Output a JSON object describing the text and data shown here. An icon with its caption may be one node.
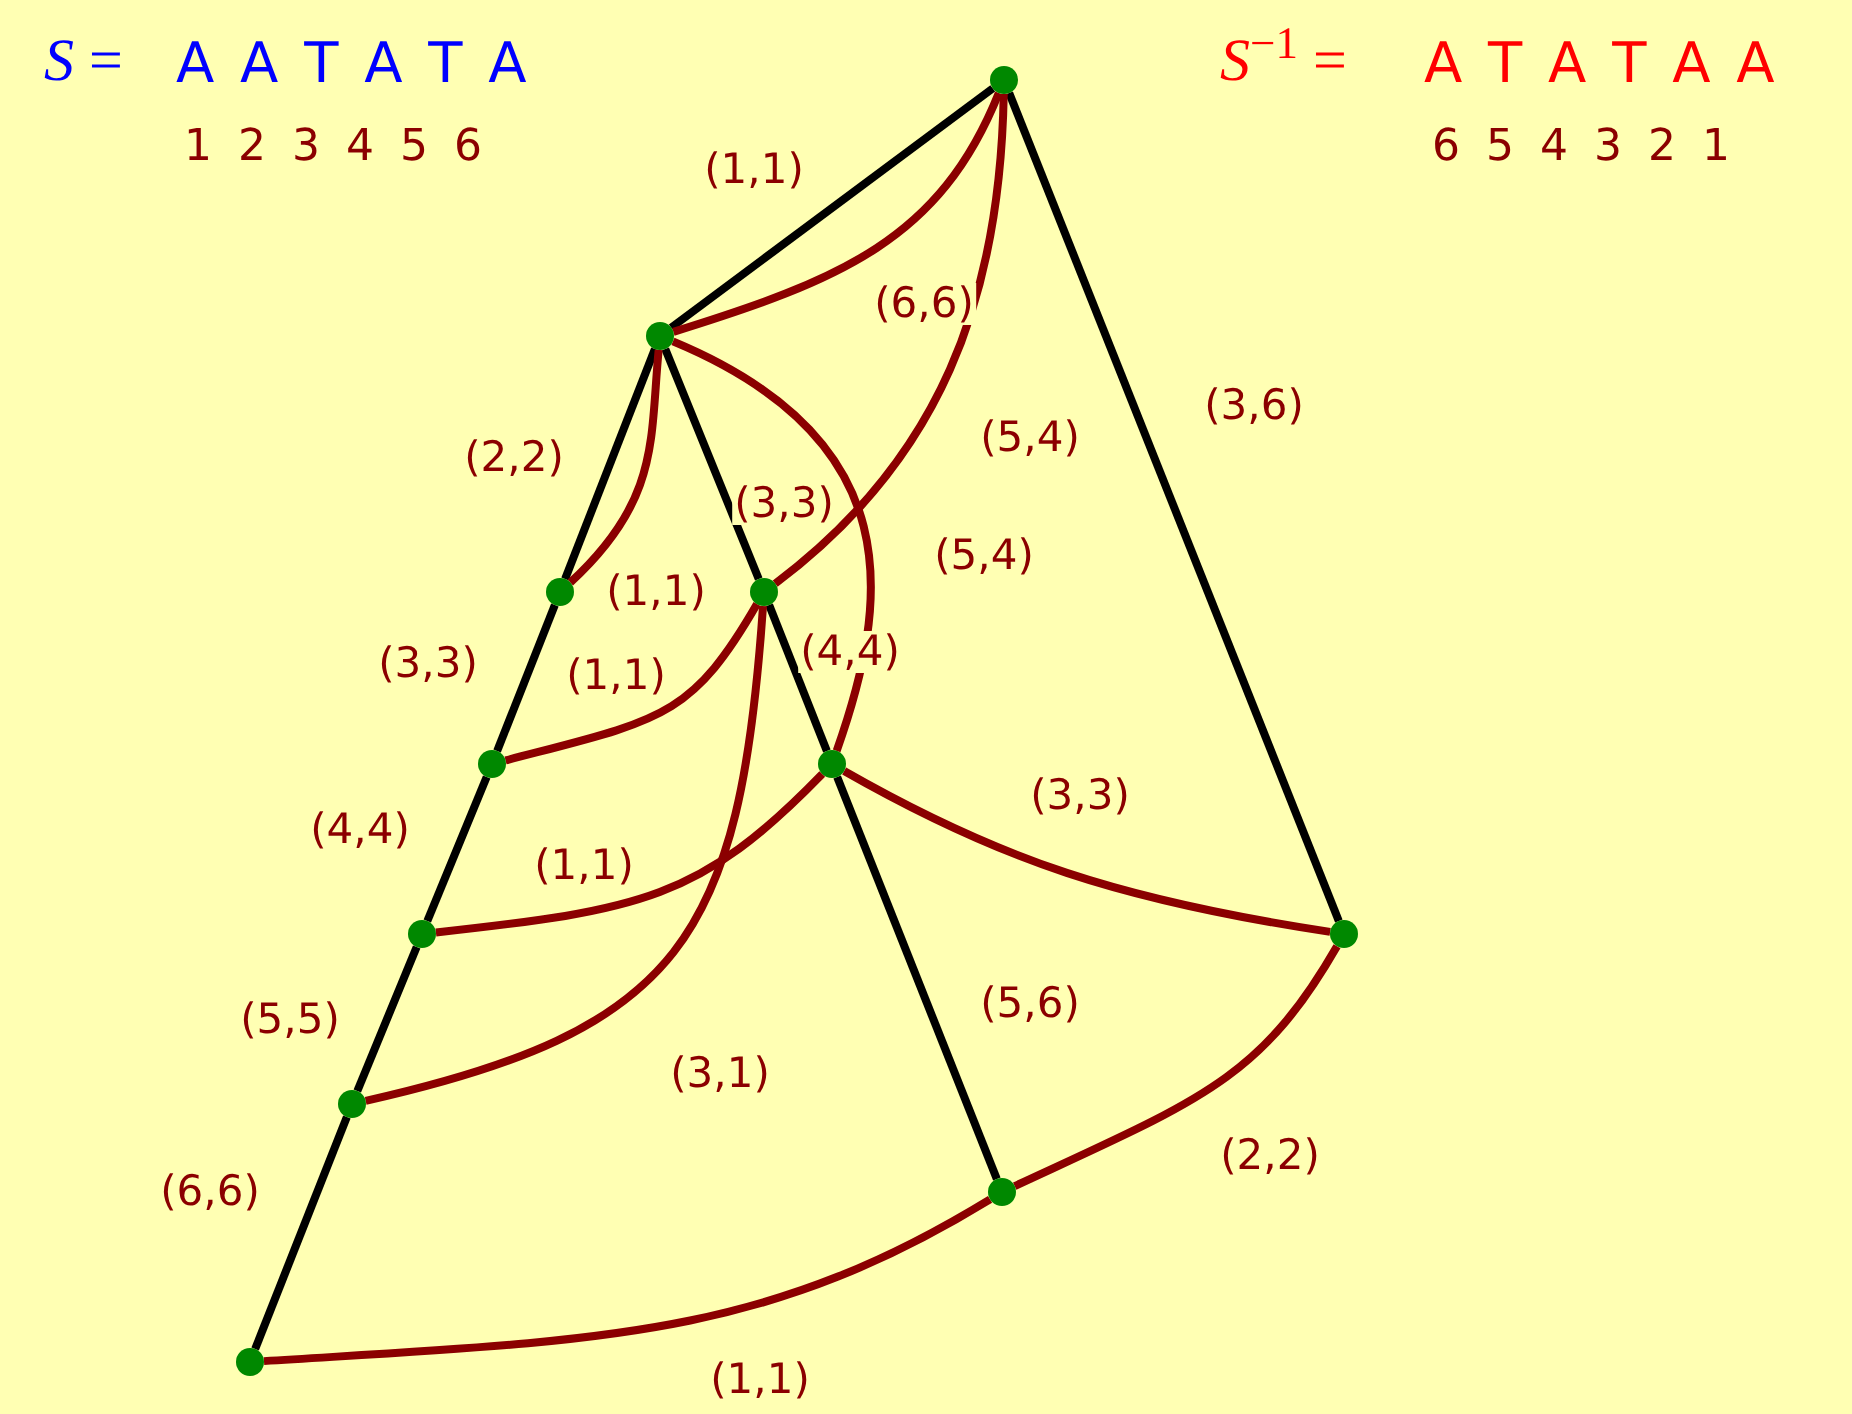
{
  "diagram": {
    "nodes": [
      {
        "text": [],
        "shape": "circle"
      },
      {
        "text": [],
        "shape": "circle"
      },
      {
        "text": [],
        "shape": "circle"
      },
      {
        "text": [],
        "shape": "circle"
      },
      {
        "text": [],
        "shape": "circle"
      },
      {
        "text": [],
        "shape": "circle"
      },
      {
        "text": [],
        "shape": "circle"
      },
      {
        "text": [],
        "shape": "circle"
      },
      {
        "text": [],
        "shape": "circle"
      },
      {
        "text": [],
        "shape": "circle"
      },
      {
        "text": [],
        "shape": "circle"
      }
    ],
    "edges": [
      {
        "from": 0,
        "to": 1,
        "arrow": "none",
        "label": "(1,1)",
        "color": "#000000"
      },
      {
        "from": 0,
        "to": 6,
        "arrow": "none",
        "label": "(3,6)",
        "color": "#000000"
      },
      {
        "from": 1,
        "to": 2,
        "arrow": "none",
        "label": "(2,2)",
        "color": "#000000"
      },
      {
        "from": 1,
        "to": 3,
        "arrow": "none",
        "label": "(3,3)",
        "color": "#000000"
      },
      {
        "from": 2,
        "to": 4,
        "arrow": "none",
        "label": "(3,3)",
        "color": "#000000"
      },
      {
        "from": 4,
        "to": 7,
        "arrow": "none",
        "label": "(4,4)",
        "color": "#000000"
      },
      {
        "from": 7,
        "to": 8,
        "arrow": "none",
        "label": "(5,5)",
        "color": "#000000"
      },
      {
        "from": 8,
        "to": 10,
        "arrow": "none",
        "label": "(6,6)",
        "color": "#000000"
      },
      {
        "from": 3,
        "to": 5,
        "arrow": "none",
        "label": "(4,4)",
        "color": "#000000"
      },
      {
        "from": 5,
        "to": 9,
        "arrow": "none",
        "label": "(5,6)",
        "color": "#000000"
      },
      {
        "from": 1,
        "to": 0,
        "arrow": "none",
        "label": "(6,6)",
        "color": "#8b0000"
      },
      {
        "from": 3,
        "to": 0,
        "arrow": "none",
        "label": "(5,4)",
        "color": "#8b0000"
      },
      {
        "from": 5,
        "to": 1,
        "arrow": "none",
        "label": "(5,4)",
        "color": "#8b0000"
      },
      {
        "from": 2,
        "to": 1,
        "arrow": "none",
        "label": "(1,1)",
        "color": "#8b0000"
      },
      {
        "from": 4,
        "to": 3,
        "arrow": "none",
        "label": "(1,1)",
        "color": "#8b0000"
      },
      {
        "from": 7,
        "to": 5,
        "arrow": "none",
        "label": "(1,1)",
        "color": "#8b0000"
      },
      {
        "from": 8,
        "to": 3,
        "arrow": "none",
        "label": "(3,1)",
        "color": "#8b0000"
      },
      {
        "from": 5,
        "to": 6,
        "arrow": "none",
        "label": "(3,3)",
        "color": "#8b0000"
      },
      {
        "from": 9,
        "to": 6,
        "arrow": "none",
        "label": "(2,2)",
        "color": "#8b0000"
      },
      {
        "from": 10,
        "to": 9,
        "arrow": "none",
        "label": "(1,1)",
        "color": "#8b0000"
      }
    ],
    "labels": [
      "*S* =",
      "A A T A T A",
      "1 2 3 4 5 6",
      "*S*$^{−1}$ =",
      "A T A T A A",
      "6 5 4 3 2 1"
    ]
  }
}
